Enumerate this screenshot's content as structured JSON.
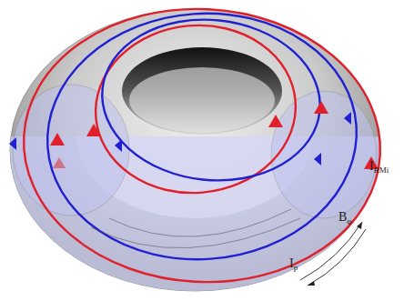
{
  "diagram": {
    "labels": [
      "IRMi",
      "Bφ",
      "Ip"
    ]
  }
}
